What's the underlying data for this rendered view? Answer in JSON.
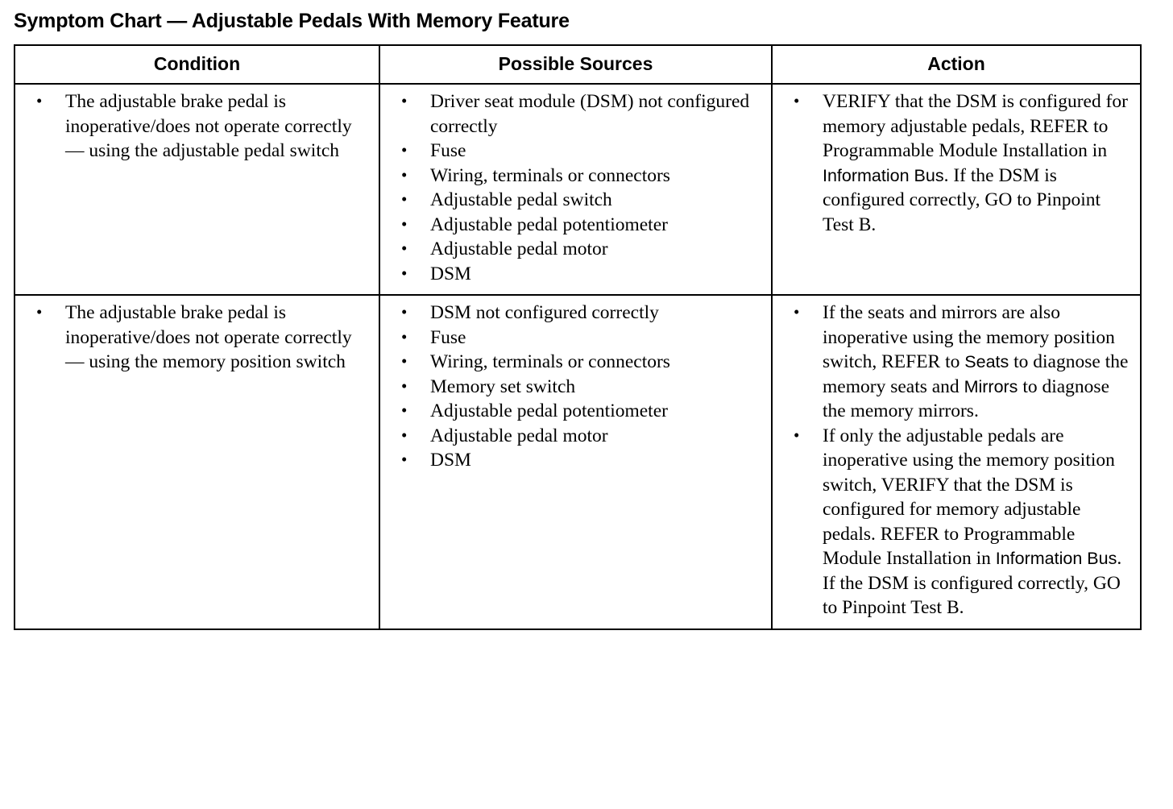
{
  "document": {
    "title": "Symptom Chart — Adjustable Pedals With Memory Feature"
  },
  "table": {
    "headers": {
      "condition": "Condition",
      "sources": "Possible Sources",
      "action": "Action"
    },
    "rows": [
      {
        "condition": [
          "The adjustable brake pedal is inoperative/does not operate correctly — using the adjustable pedal switch"
        ],
        "sources": [
          "Driver seat module (DSM) not configured correctly",
          "Fuse",
          "Wiring, terminals or connectors",
          "Adjustable pedal switch",
          "Adjustable pedal potentiometer",
          "Adjustable pedal motor",
          "DSM"
        ],
        "action": [
          {
            "parts": [
              {
                "text": "VERIFY that the DSM is configured for memory adjustable pedals, REFER to Programmable Module Installation in ",
                "style": "serif"
              },
              {
                "text": "Information Bus",
                "style": "xref"
              },
              {
                "text": ". If the DSM is configured correctly,  GO to Pinpoint Test B.",
                "style": "serif"
              }
            ]
          }
        ]
      },
      {
        "condition": [
          "The adjustable brake pedal is inoperative/does not operate correctly — using the memory position switch"
        ],
        "sources": [
          "DSM not configured correctly",
          "Fuse",
          "Wiring, terminals or connectors",
          "Memory set switch",
          "Adjustable pedal potentiometer",
          "Adjustable pedal motor",
          "DSM"
        ],
        "action": [
          {
            "parts": [
              {
                "text": "If the seats and mirrors are also inoperative using the memory position switch, REFER to ",
                "style": "serif"
              },
              {
                "text": "Seats",
                "style": "xref"
              },
              {
                "text": " to diagnose the memory seats and ",
                "style": "serif"
              },
              {
                "text": "Mirrors",
                "style": "xref"
              },
              {
                "text": " to diagnose the memory mirrors.",
                "style": "serif"
              }
            ]
          },
          {
            "parts": [
              {
                "text": "If only the adjustable pedals are inoperative using the memory position switch, VERIFY that the DSM is configured for memory adjustable pedals. REFER to Programmable Module Installation in ",
                "style": "serif"
              },
              {
                "text": "Information Bus",
                "style": "xref"
              },
              {
                "text": ". If the DSM is configured correctly, GO to Pinpoint Test B.",
                "style": "serif"
              }
            ]
          }
        ]
      }
    ]
  },
  "colors": {
    "text": "#000000",
    "background": "#ffffff",
    "border": "#000000"
  }
}
